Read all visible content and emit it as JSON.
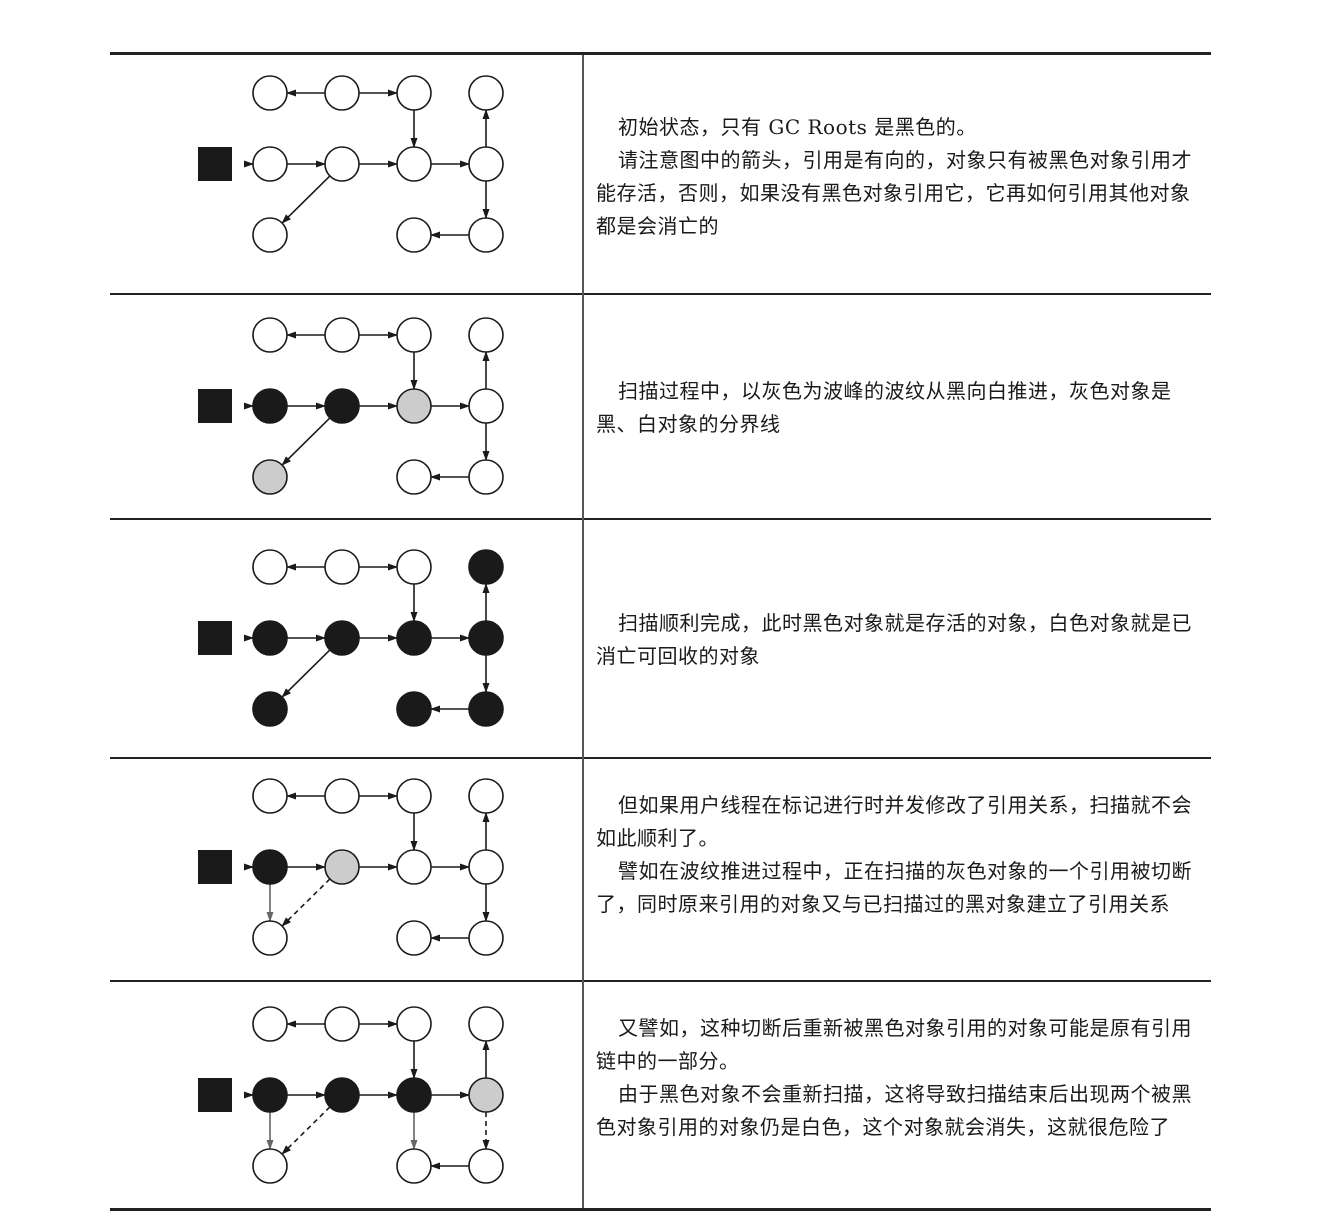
{
  "rows": [
    {
      "paragraphs": [
        "初始状态，只有 GC Roots 是黑色的。",
        "请注意图中的箭头，引用是有向的，对象只有被黑色对象引用才能存活，否则，如果没有黑色对象引用它，它再如何引用其他对象都是会消亡的"
      ],
      "nodes": {
        "A1": "white",
        "A2": "white",
        "A3": "white",
        "A4": "white",
        "B1": "white",
        "B2": "white",
        "B3": "white",
        "B4": "white",
        "C1": "white",
        "C3": "white",
        "C4": "white"
      },
      "edges": [
        {
          "from": "A2",
          "to": "A1",
          "style": "solid"
        },
        {
          "from": "A2",
          "to": "A3",
          "style": "solid"
        },
        {
          "from": "A3",
          "to": "B3",
          "style": "solid"
        },
        {
          "from": "B4",
          "to": "A4",
          "style": "solid"
        },
        {
          "from": "ROOT",
          "to": "B1",
          "style": "solid"
        },
        {
          "from": "B1",
          "to": "B2",
          "style": "solid"
        },
        {
          "from": "B2",
          "to": "B3",
          "style": "solid"
        },
        {
          "from": "B3",
          "to": "B4",
          "style": "solid"
        },
        {
          "from": "B2",
          "to": "C1",
          "style": "solid"
        },
        {
          "from": "B4",
          "to": "C4",
          "style": "solid"
        },
        {
          "from": "C4",
          "to": "C3",
          "style": "solid"
        }
      ]
    },
    {
      "paragraphs": [
        "扫描过程中，以灰色为波峰的波纹从黑向白推进，灰色对象是黑、白对象的分界线"
      ],
      "nodes": {
        "A1": "white",
        "A2": "white",
        "A3": "white",
        "A4": "white",
        "B1": "black",
        "B2": "black",
        "B3": "gray",
        "B4": "white",
        "C1": "gray",
        "C3": "white",
        "C4": "white"
      },
      "edges": [
        {
          "from": "A2",
          "to": "A1",
          "style": "solid"
        },
        {
          "from": "A2",
          "to": "A3",
          "style": "solid"
        },
        {
          "from": "A3",
          "to": "B3",
          "style": "solid"
        },
        {
          "from": "B4",
          "to": "A4",
          "style": "solid"
        },
        {
          "from": "ROOT",
          "to": "B1",
          "style": "solid"
        },
        {
          "from": "B1",
          "to": "B2",
          "style": "solid"
        },
        {
          "from": "B2",
          "to": "B3",
          "style": "solid"
        },
        {
          "from": "B3",
          "to": "B4",
          "style": "solid"
        },
        {
          "from": "B2",
          "to": "C1",
          "style": "solid"
        },
        {
          "from": "B4",
          "to": "C4",
          "style": "solid"
        },
        {
          "from": "C4",
          "to": "C3",
          "style": "solid"
        }
      ]
    },
    {
      "paragraphs": [
        "扫描顺利完成，此时黑色对象就是存活的对象，白色对象就是已消亡可回收的对象"
      ],
      "nodes": {
        "A1": "white",
        "A2": "white",
        "A3": "white",
        "A4": "black",
        "B1": "black",
        "B2": "black",
        "B3": "black",
        "B4": "black",
        "C1": "black",
        "C3": "black",
        "C4": "black"
      },
      "edges": [
        {
          "from": "A2",
          "to": "A1",
          "style": "solid"
        },
        {
          "from": "A2",
          "to": "A3",
          "style": "solid"
        },
        {
          "from": "A3",
          "to": "B3",
          "style": "solid"
        },
        {
          "from": "B4",
          "to": "A4",
          "style": "solid"
        },
        {
          "from": "ROOT",
          "to": "B1",
          "style": "solid"
        },
        {
          "from": "B1",
          "to": "B2",
          "style": "solid"
        },
        {
          "from": "B2",
          "to": "B3",
          "style": "solid"
        },
        {
          "from": "B3",
          "to": "B4",
          "style": "solid"
        },
        {
          "from": "B2",
          "to": "C1",
          "style": "solid"
        },
        {
          "from": "B4",
          "to": "C4",
          "style": "solid"
        },
        {
          "from": "C4",
          "to": "C3",
          "style": "solid"
        }
      ]
    },
    {
      "paragraphs": [
        "但如果用户线程在标记进行时并发修改了引用关系，扫描就不会如此顺利了。",
        "譬如在波纹推进过程中，正在扫描的灰色对象的一个引用被切断了，同时原来引用的对象又与已扫描过的黑对象建立了引用关系"
      ],
      "nodes": {
        "A1": "white",
        "A2": "white",
        "A3": "white",
        "A4": "white",
        "B1": "black",
        "B2": "gray",
        "B3": "white",
        "B4": "white",
        "C1": "white",
        "C3": "white",
        "C4": "white"
      },
      "edges": [
        {
          "from": "A2",
          "to": "A1",
          "style": "solid"
        },
        {
          "from": "A2",
          "to": "A3",
          "style": "solid"
        },
        {
          "from": "A3",
          "to": "B3",
          "style": "solid"
        },
        {
          "from": "B4",
          "to": "A4",
          "style": "solid"
        },
        {
          "from": "ROOT",
          "to": "B1",
          "style": "solid"
        },
        {
          "from": "B1",
          "to": "B2",
          "style": "solid"
        },
        {
          "from": "B2",
          "to": "B3",
          "style": "solid"
        },
        {
          "from": "B3",
          "to": "B4",
          "style": "solid"
        },
        {
          "from": "B1",
          "to": "C1v",
          "style": "gray"
        },
        {
          "from": "B2",
          "to": "C1",
          "style": "dashed"
        },
        {
          "from": "B4",
          "to": "C4",
          "style": "solid"
        },
        {
          "from": "C4",
          "to": "C3",
          "style": "solid"
        }
      ]
    },
    {
      "paragraphs": [
        "又譬如，这种切断后重新被黑色对象引用的对象可能是原有引用链中的一部分。",
        "由于黑色对象不会重新扫描，这将导致扫描结束后出现两个被黑色对象引用的对象仍是白色，这个对象就会消失，这就很危险了"
      ],
      "nodes": {
        "A1": "white",
        "A2": "white",
        "A3": "white",
        "A4": "white",
        "B1": "black",
        "B2": "black",
        "B3": "black",
        "B4": "gray",
        "C1": "white",
        "C3": "white",
        "C4": "white"
      },
      "edges": [
        {
          "from": "A2",
          "to": "A1",
          "style": "solid"
        },
        {
          "from": "A2",
          "to": "A3",
          "style": "solid"
        },
        {
          "from": "A3",
          "to": "B3",
          "style": "solid"
        },
        {
          "from": "B4",
          "to": "A4",
          "style": "solid"
        },
        {
          "from": "ROOT",
          "to": "B1",
          "style": "solid"
        },
        {
          "from": "B1",
          "to": "B2",
          "style": "solid"
        },
        {
          "from": "B2",
          "to": "B3",
          "style": "solid"
        },
        {
          "from": "B3",
          "to": "B4",
          "style": "solid"
        },
        {
          "from": "B1",
          "to": "C1v",
          "style": "gray"
        },
        {
          "from": "B2",
          "to": "C1",
          "style": "dashed"
        },
        {
          "from": "B3",
          "to": "C3v",
          "style": "gray"
        },
        {
          "from": "B4",
          "to": "C4",
          "style": "dashed"
        },
        {
          "from": "C4",
          "to": "C3",
          "style": "solid"
        }
      ]
    }
  ],
  "colors": {
    "black": "#1a1a1a",
    "gray": "#cccccc",
    "white": "#ffffff",
    "stroke": "#1a1a1a",
    "grayArrow": "#666666"
  }
}
